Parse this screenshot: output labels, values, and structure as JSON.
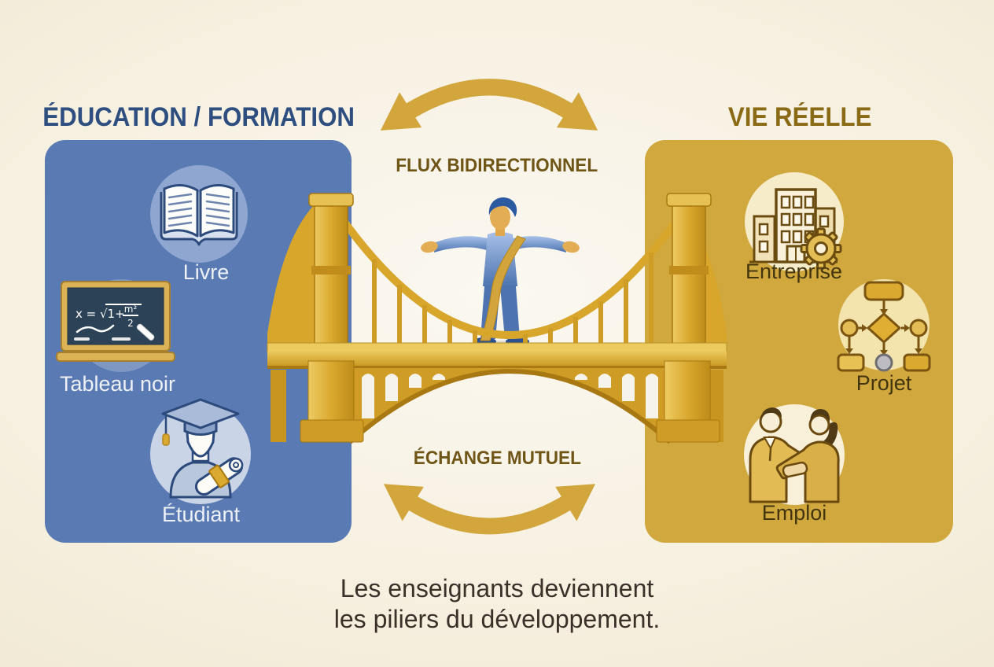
{
  "colors": {
    "panel_blue": "#597ab3",
    "panel_gold": "#d1a83e",
    "heading_blue": "#2d4e7e",
    "heading_gold": "#8a6a15",
    "flow_text": "#6f5616",
    "caption_text": "#3b3129",
    "accent_gold": "#d2a63c",
    "bridge_gold": "#d7a62b"
  },
  "flow": {
    "top_label": "FLUX BIDIRECTIONNEL",
    "bottom_label": "ÉCHANGE MUTUEL"
  },
  "education_panel": {
    "title": "ÉDUCATION / FORMATION",
    "items": [
      {
        "label": "Livre",
        "icon": "open-book-icon"
      },
      {
        "label": "Tableau noir",
        "icon": "blackboard-icon",
        "formula_lhs": "x = √1+",
        "formula_numerator": "m²",
        "formula_denominator": "2"
      },
      {
        "label": "Étudiant",
        "icon": "graduate-student-icon"
      }
    ]
  },
  "real_life_panel": {
    "title": "VIE RÉELLE",
    "items": [
      {
        "label": "Entreprise",
        "icon": "building-gear-icon"
      },
      {
        "label": "Projet",
        "icon": "flowchart-icon"
      },
      {
        "label": "Emploi",
        "icon": "handshake-icon"
      }
    ]
  },
  "caption": {
    "line1": "Les enseignants deviennent",
    "line2": "les piliers du développement."
  }
}
